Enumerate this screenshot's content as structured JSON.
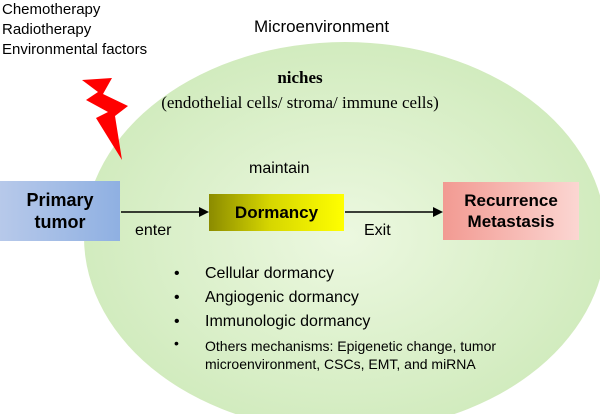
{
  "factors": [
    "Chemotherapy",
    "Radiotherapy",
    "Environmental factors"
  ],
  "microenvironment_label": "Microenvironment",
  "niches": {
    "title": "niches",
    "subtitle": "(endothelial cells/ stroma/ immune cells)"
  },
  "nodes": {
    "primary": {
      "line1": "Primary",
      "line2": "tumor"
    },
    "dormancy": "Dormancy",
    "recurrence": {
      "line1": "Recurrence",
      "line2": "Metastasis"
    }
  },
  "edges": {
    "maintain": "maintain",
    "enter": "enter",
    "exit": "Exit"
  },
  "mechanisms": [
    "Cellular dormancy",
    "Angiogenic dormancy",
    "Immunologic dormancy",
    "Others mechanisms: Epigenetic change, tumor microenvironment, CSCs, EMT, and miRNA"
  ],
  "colors": {
    "ellipse_fill": "#d4efc2",
    "bolt": "#ff0000",
    "primary": "#a9bfe8",
    "dormancy": "#e5e500",
    "recurrence": "#f6b4ae"
  }
}
